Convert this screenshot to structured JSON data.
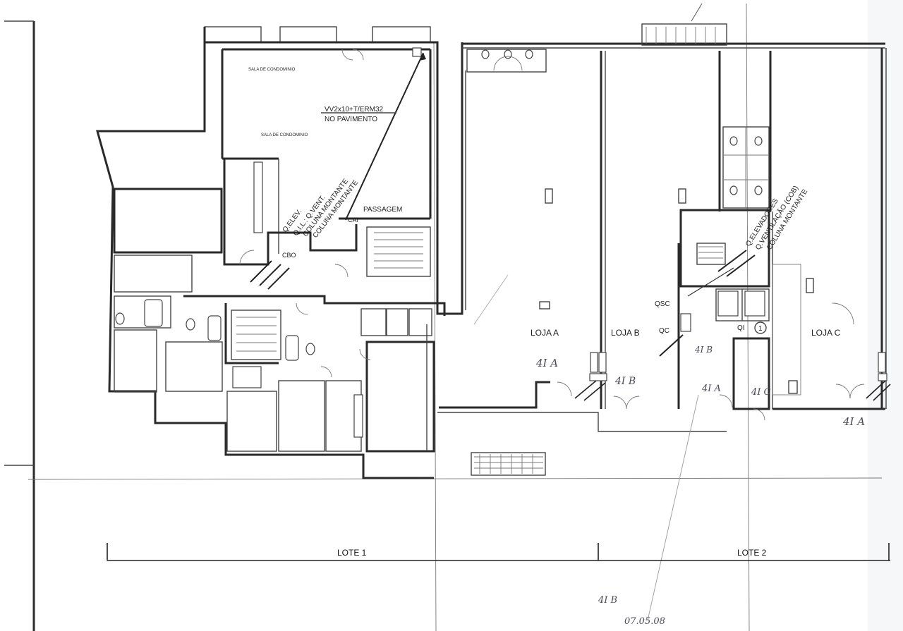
{
  "rooms": {
    "sala_condominio_1": "SALA DE CONDOMINIO",
    "sala_condominio_2": "SALA DE CONDOMINIO",
    "passagem": "PASSAGEM",
    "loja_a": "LOJA A",
    "loja_b": "LOJA B",
    "loja_c": "LOJA C"
  },
  "notes": {
    "riser_line1": "VV2x10+T/ERM32",
    "riser_line2": "NO PAVIMENTO",
    "lote1_col1": "Q.ELEV.",
    "lote1_col2": "Q.I.L.: Q.VENT.",
    "lote1_col3": "COLUNA MONTANTE",
    "lote1_col4": "COLUNA MONTANTE",
    "lote2_col1": "Q.ELEVADORES",
    "lote2_col2": "Q.VENTILAÇÃO (COB)",
    "lote2_col3": "COLUNA MONTANTE"
  },
  "tags": {
    "cai": "CAI",
    "cbo": "CBO",
    "osc": "QSC",
    "qc": "QC",
    "qi": "QI",
    "circle_one": "1"
  },
  "handwritten": {
    "h1": "4I A",
    "h2": "4I B",
    "h3": "4I B",
    "h4": "4I A",
    "h5": "4I C",
    "h6": "4I A",
    "h7": "4I B",
    "h8": "07.05.08"
  },
  "lots": {
    "lote1": "LOTE 1",
    "lote2": "LOTE 2"
  }
}
